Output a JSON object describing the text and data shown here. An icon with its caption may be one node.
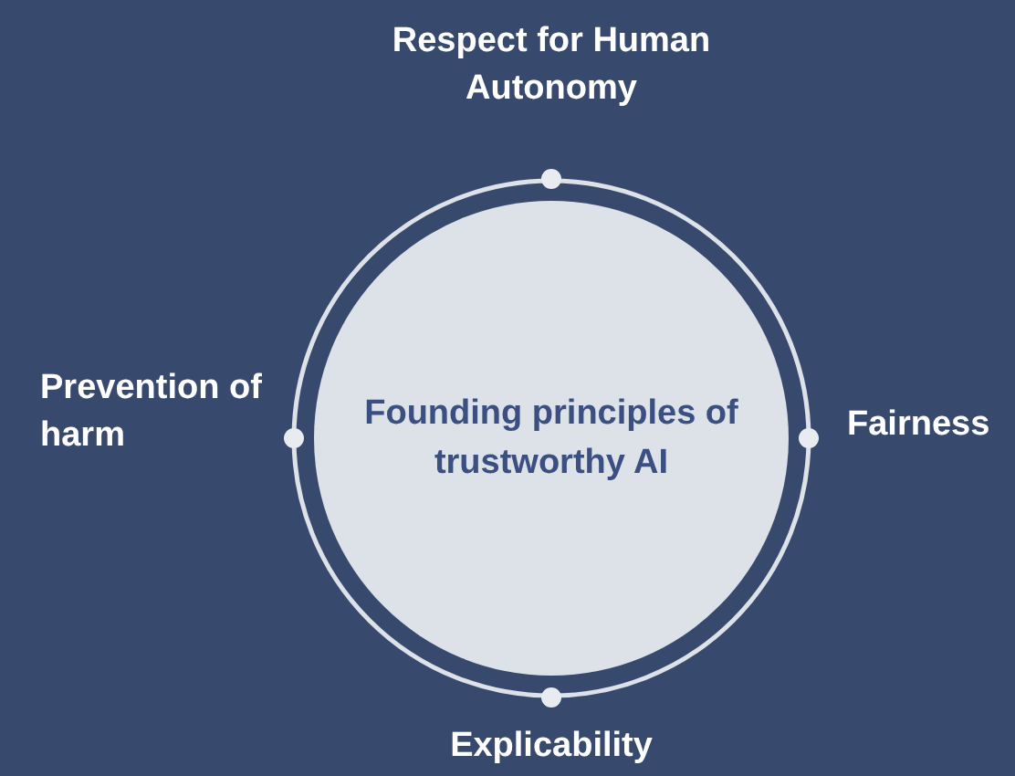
{
  "diagram": {
    "nodes": [
      {
        "text": [
          "Founding principles of trustworthy AI"
        ]
      }
    ],
    "labels": [
      "Respect for Human Autonomy",
      "Prevention of harm",
      "Fairness",
      "Explicability"
    ]
  }
}
